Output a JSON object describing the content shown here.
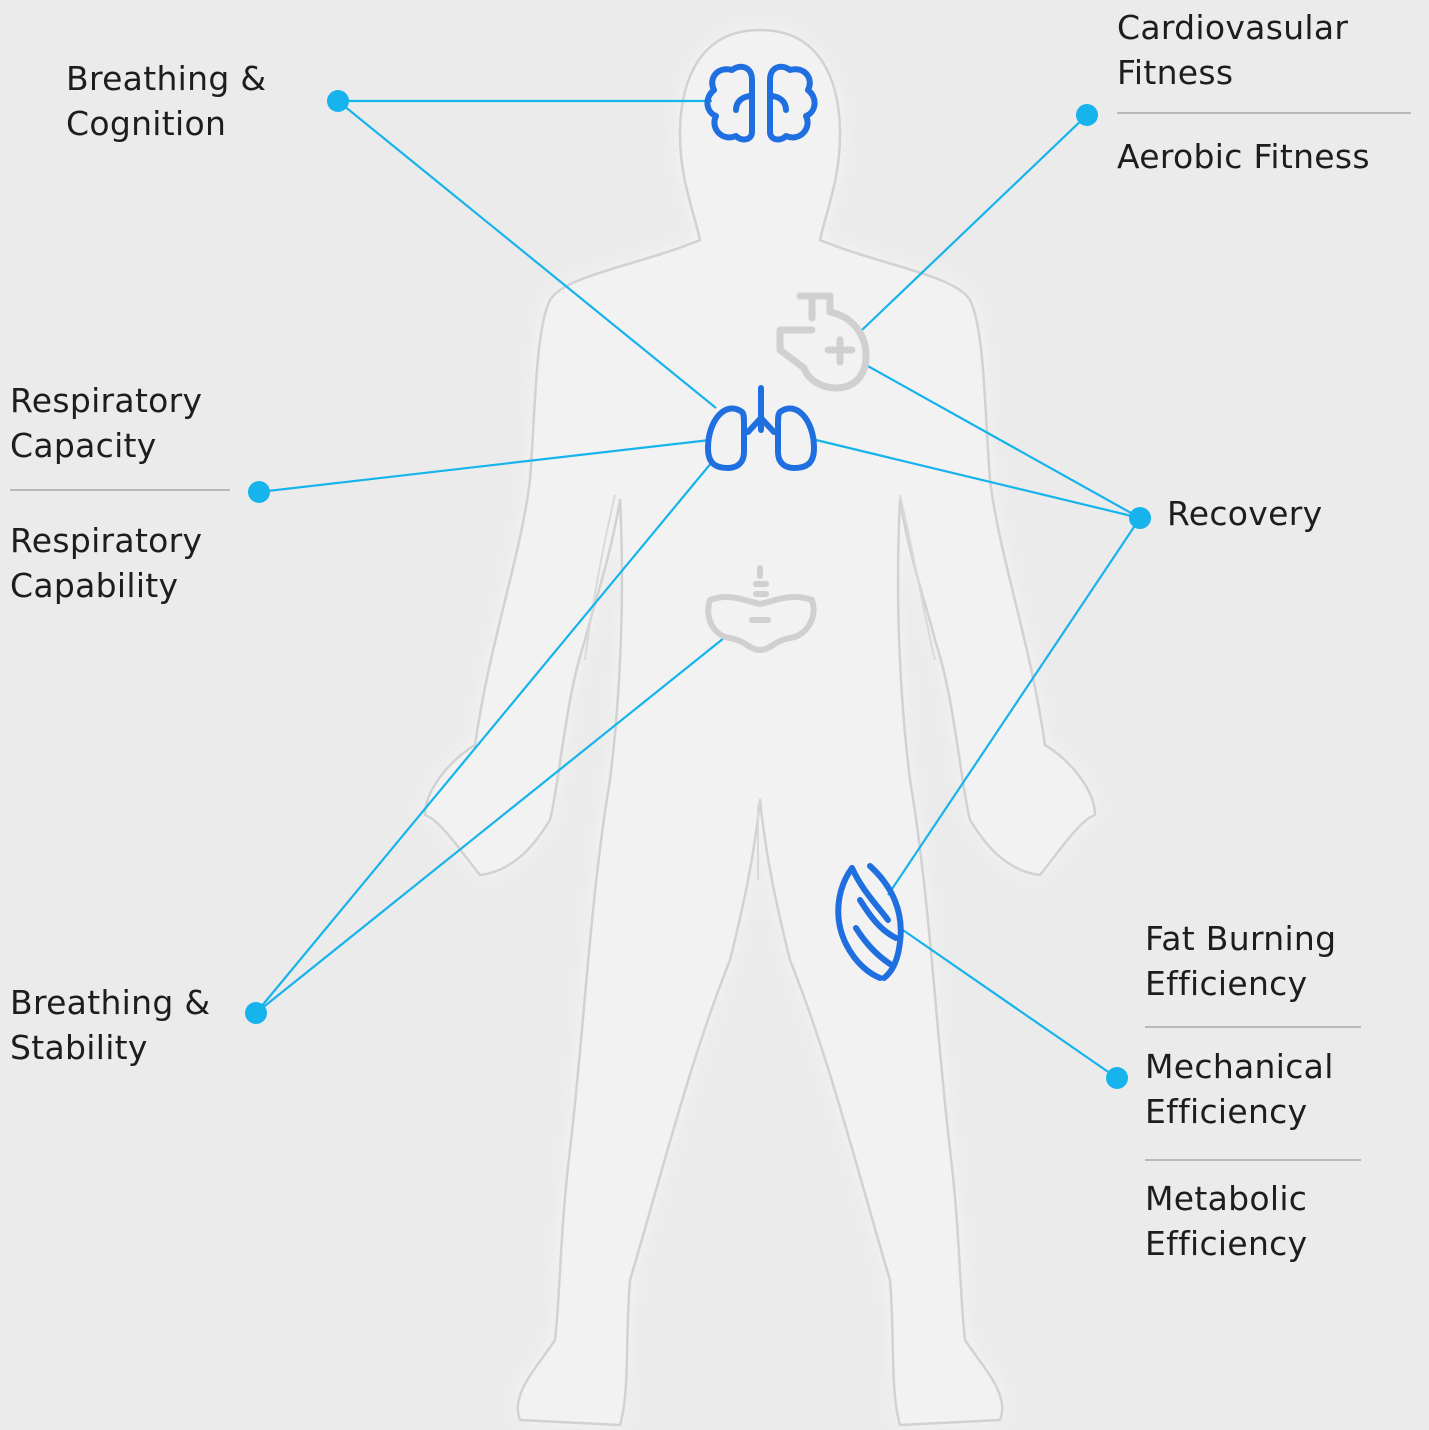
{
  "colors": {
    "background": "#ebebeb",
    "connector": "#16b3ec",
    "active_organ": "#1f6fe0",
    "inactive_organ": "#cfcfcf",
    "body_outline": "#d6d6d6",
    "text": "#1d1d1f",
    "divider": "#b9b9b9"
  },
  "organs": [
    {
      "name": "brain",
      "icon": "brain-icon",
      "active": true
    },
    {
      "name": "heart",
      "icon": "heart-icon",
      "active": false
    },
    {
      "name": "lungs",
      "icon": "lungs-icon",
      "active": true
    },
    {
      "name": "pelvis",
      "icon": "pelvis-icon",
      "active": false
    },
    {
      "name": "muscle",
      "icon": "muscle-icon",
      "active": true
    }
  ],
  "labels": {
    "breathing_cognition": [
      "Breathing &",
      "Cognition"
    ],
    "cardiovascular_fitness": [
      "Cardiovasular",
      "Fitness"
    ],
    "aerobic_fitness": [
      "Aerobic Fitness"
    ],
    "respiratory_capacity": [
      "Respiratory",
      "Capacity"
    ],
    "respiratory_capability": [
      "Respiratory",
      "Capability"
    ],
    "recovery": [
      "Recovery"
    ],
    "breathing_stability": [
      "Breathing &",
      "Stability"
    ],
    "fat_burning_efficiency": [
      "Fat Burning",
      "Efficiency"
    ],
    "mechanical_efficiency": [
      "Mechanical",
      "Efficiency"
    ],
    "metabolic_efficiency": [
      "Metabolic",
      "Efficiency"
    ]
  }
}
